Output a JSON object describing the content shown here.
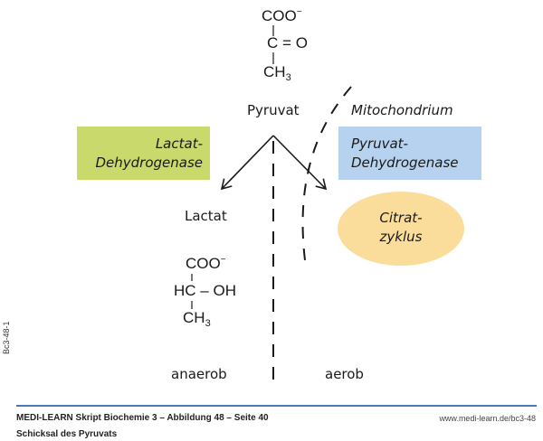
{
  "diagram": {
    "pyruvate_structure": {
      "carboxyl": "COO",
      "charge": "−",
      "keto_carbon": "C",
      "double_bond": "=",
      "oxygen": "O",
      "methyl": "CH",
      "methyl_subscript": "3"
    },
    "pyruvate_label": "Pyruvat",
    "mitochondrium_label": "Mitochondrium",
    "enzyme_left": {
      "line1": "Lactat-",
      "line2": "Dehydrogenase",
      "color": "#c9d96b"
    },
    "enzyme_right": {
      "line1": "Pyruvat-",
      "line2": "Dehydrogenase",
      "color": "#b7d2ee"
    },
    "citrate_cycle": {
      "line1": "Citrat-",
      "line2": "zyklus",
      "color": "#fbdd9b"
    },
    "lactate_label": "Lactat",
    "lactate_structure": {
      "carboxyl": "COO",
      "charge": "−",
      "hc": "HC",
      "bond": "–",
      "oh": "OH",
      "methyl": "CH",
      "methyl_subscript": "3"
    },
    "anaerobic_label": "anaerob",
    "aerobic_label": "aerob"
  },
  "side_code": "Bc3-48-1",
  "footer": {
    "title": "MEDI-LEARN Skript Biochemie 3 – Abbildung 48 – Seite 40",
    "subtitle": "Schicksal des Pyruvats",
    "url": "www.medi-learn.de/bc3-48",
    "line_color": "#4a7ab5"
  }
}
